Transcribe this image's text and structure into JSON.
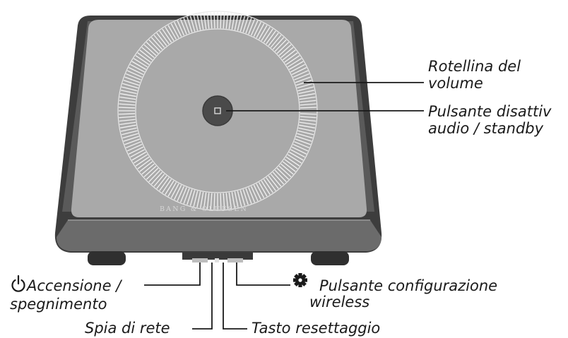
{
  "brand": "BANG & OLUFSEN",
  "labels": {
    "volume_wheel": [
      "Rotellina del",
      "volume"
    ],
    "mute_standby": [
      "Pulsante disattiv",
      "audio / standby"
    ],
    "power": [
      "Accensione /",
      "spegnimento"
    ],
    "network_light": "Spia di rete",
    "reset_button": "Tasto resettaggio",
    "wireless_config": [
      "Pulsante configurazione",
      "wireless"
    ]
  },
  "icons": {
    "power": "power-icon",
    "wireless_config": "gear-icon"
  },
  "colors": {
    "body_dark": "#3d3d3d",
    "top_panel": "#a9a9a9",
    "dial_ring": "#f2f2f2",
    "center_button": "#4a4a4a"
  }
}
